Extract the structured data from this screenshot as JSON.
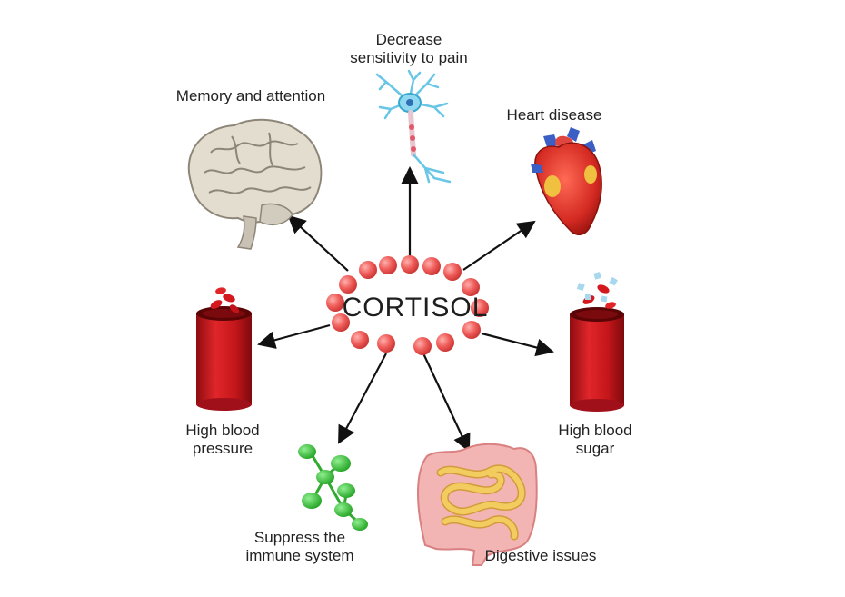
{
  "center": {
    "label": "CORTISOL"
  },
  "effects": {
    "pain": {
      "line1": "Decrease",
      "line2": "sensitivity to pain",
      "icon": "neuron-icon"
    },
    "memory": {
      "label": "Memory and attention",
      "icon": "brain-icon"
    },
    "heart": {
      "label": "Heart disease",
      "icon": "heart-icon"
    },
    "blood_pressure": {
      "line1": "High blood",
      "line2": "pressure",
      "icon": "blood-vessel-icon"
    },
    "blood_sugar": {
      "line1": "High blood",
      "line2": "sugar",
      "icon": "blood-vessel-sugar-icon"
    },
    "immune": {
      "line1": "Suppress the",
      "line2": "immune system",
      "icon": "antibody-icon"
    },
    "digestive": {
      "label": "Digestive issues",
      "icon": "intestines-icon"
    }
  },
  "colors": {
    "molecule": "#e8504f",
    "vessel": "#c8171b",
    "arrow": "#111111",
    "immune": "#3cc23c",
    "intestine": "#f3b4b4",
    "brain": "#e3ddd0",
    "neuron": "#69c6e6"
  }
}
